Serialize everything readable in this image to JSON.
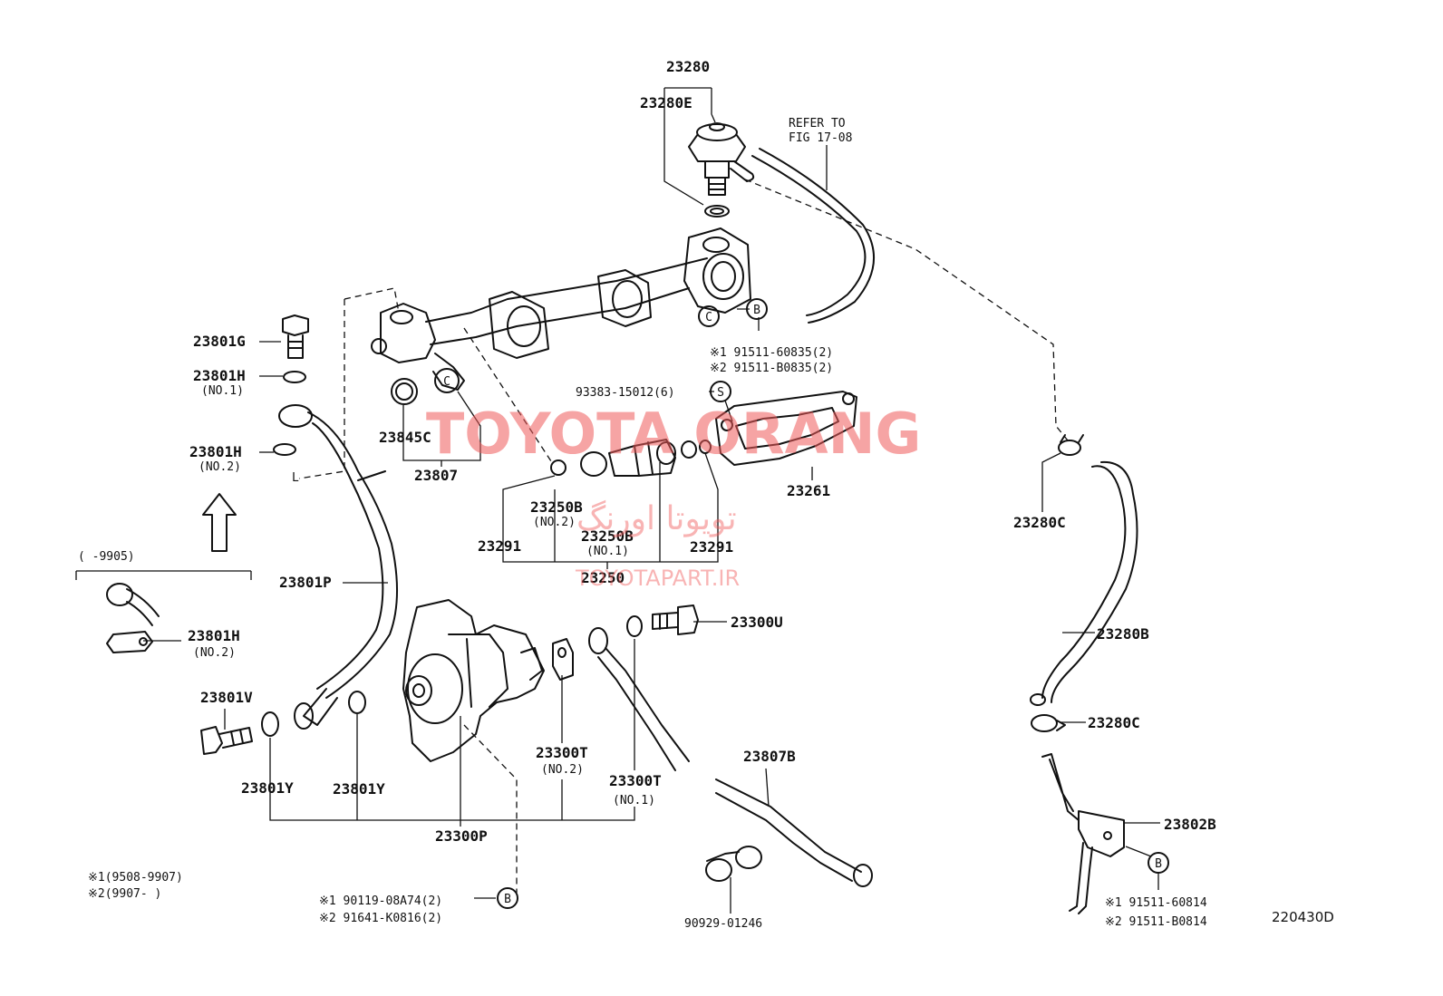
{
  "watermark": {
    "brand": "TOYOTA ORANG",
    "persian": "تویوتا اورنگ",
    "site": "TOYOTAPART.IR"
  },
  "labels": {
    "p23280": "23280",
    "p23280E": "23280E",
    "refer1": "REFER TO",
    "refer2": "FIG 17-08",
    "p23801G": "23801G",
    "p23801H_1": "23801H",
    "no1_a": "(NO.1)",
    "p23801H_2": "23801H",
    "no2_a": "(NO.2)",
    "ref1_1": "※1 91511-60835(2)",
    "ref1_2": "※2 91511-B0835(2)",
    "p93383": "93383-15012(6)",
    "p23845C": "23845C",
    "p23807": "23807",
    "p23261": "23261",
    "p23280C_a": "23280C",
    "p23250B_2": "23250B",
    "no2_b": "(NO.2)",
    "p23250B_1": "23250B",
    "no1_b": "(NO.1)",
    "p23291_a": "23291",
    "p23291_b": "23291",
    "p23250": "23250",
    "range_9905": "(     -9905)",
    "p23801P": "23801P",
    "p23801H_3": "23801H",
    "no2_c": "(NO.2)",
    "p23300U": "23300U",
    "p23280B": "23280B",
    "p23801V": "23801V",
    "p23280C_b": "23280C",
    "p23300T_2": "23300T",
    "no2_d": "(NO.2)",
    "p23807B": "23807B",
    "p23300T_1": "23300T",
    "no1_c": "(NO.1)",
    "p23801Y_a": "23801Y",
    "p23801Y_b": "23801Y",
    "p23300P": "23300P",
    "p23802B": "23802B",
    "legend1": "※1(9508-9907)",
    "legend2": "※2(9907-       )",
    "ref2_1": "※1 90119-08A74(2)",
    "ref2_2": "※2 91641-K0816(2)",
    "p90929": "90929-01246",
    "ref3_1": "※1 91511-60814",
    "ref3_2": "※2 91511-B0814",
    "fig_code": "220430D",
    "mark_B": "B",
    "mark_C": "C",
    "mark_S": "S",
    "mark_L": "L"
  }
}
